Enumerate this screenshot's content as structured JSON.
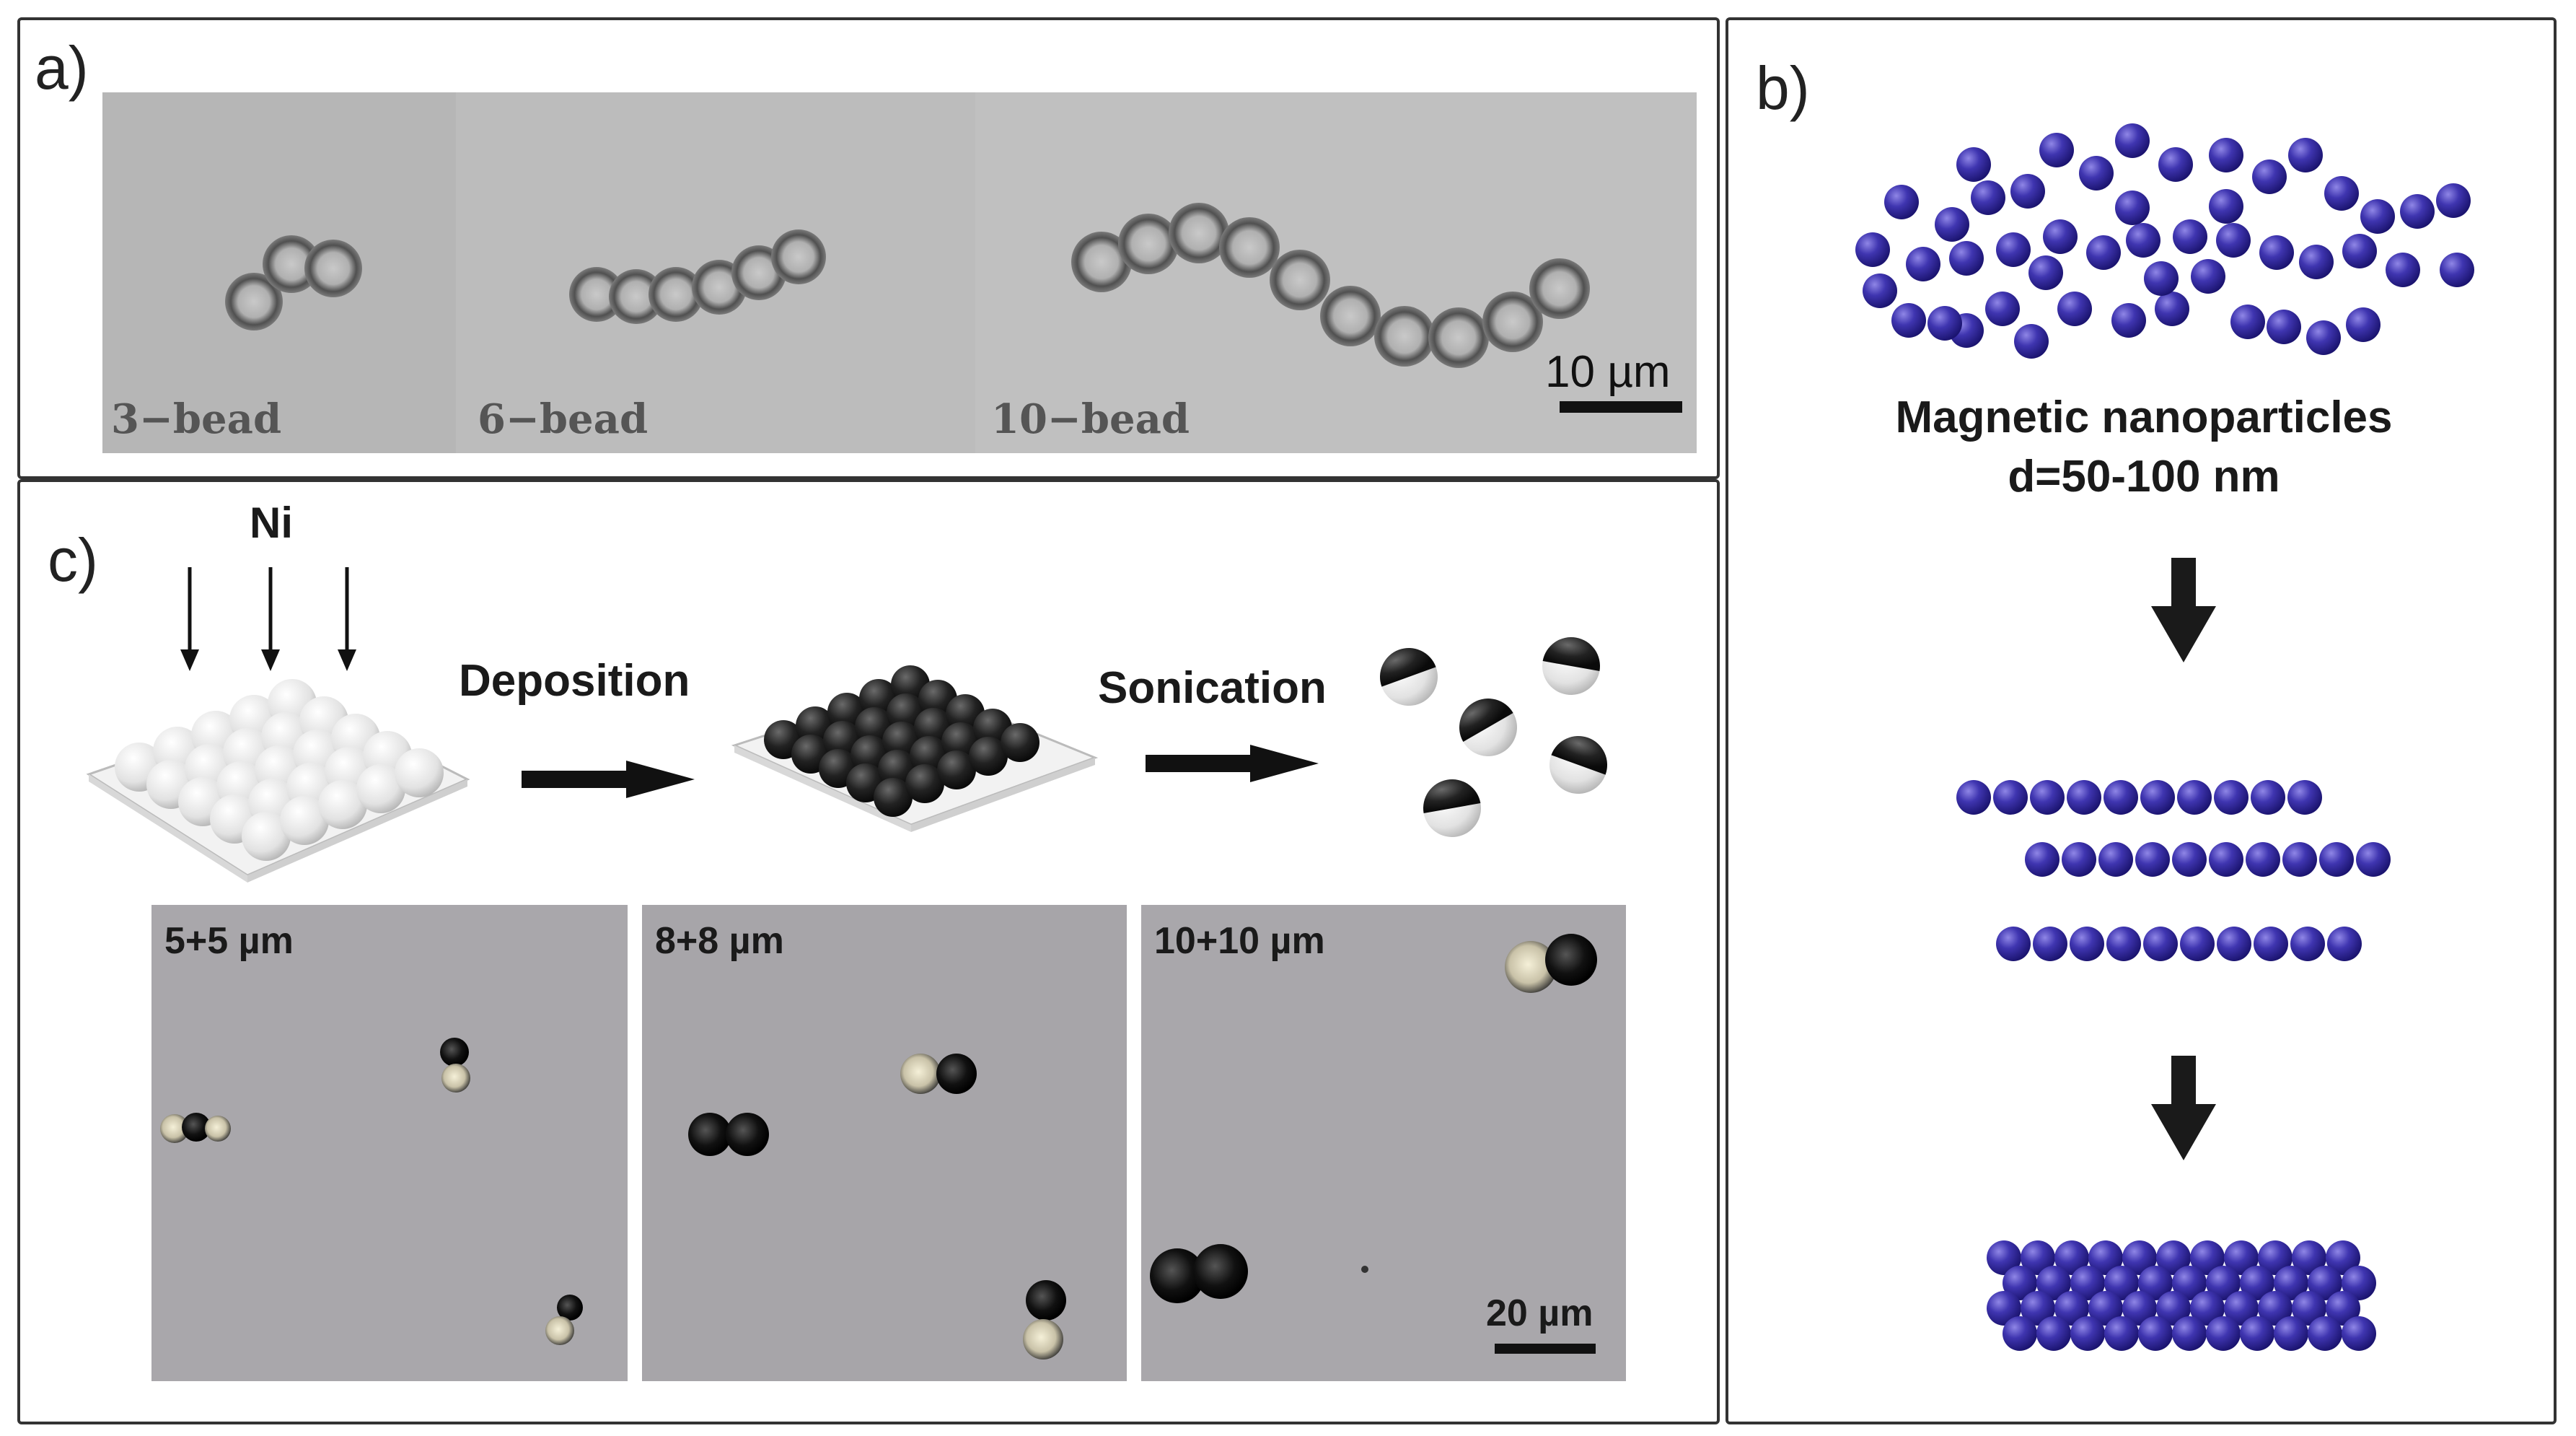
{
  "panel_a": {
    "label": "a)",
    "chains": [
      {
        "label": "3−bead"
      },
      {
        "label": "6−bead"
      },
      {
        "label": "10−bead"
      }
    ],
    "scale_bar": "10 µm"
  },
  "panel_b": {
    "label": "b)",
    "caption_line1": "Magnetic nanoparticles",
    "caption_line2": "d=50-100 nm",
    "particle_color": "#3a2fa8"
  },
  "panel_c": {
    "label": "c)",
    "source": "Ni",
    "step1": "Deposition",
    "step2": "Sonication",
    "images": [
      {
        "label": "5+5 µm"
      },
      {
        "label": "8+8 µm"
      },
      {
        "label": "10+10 µm"
      }
    ],
    "scale_bar": "20 µm"
  }
}
